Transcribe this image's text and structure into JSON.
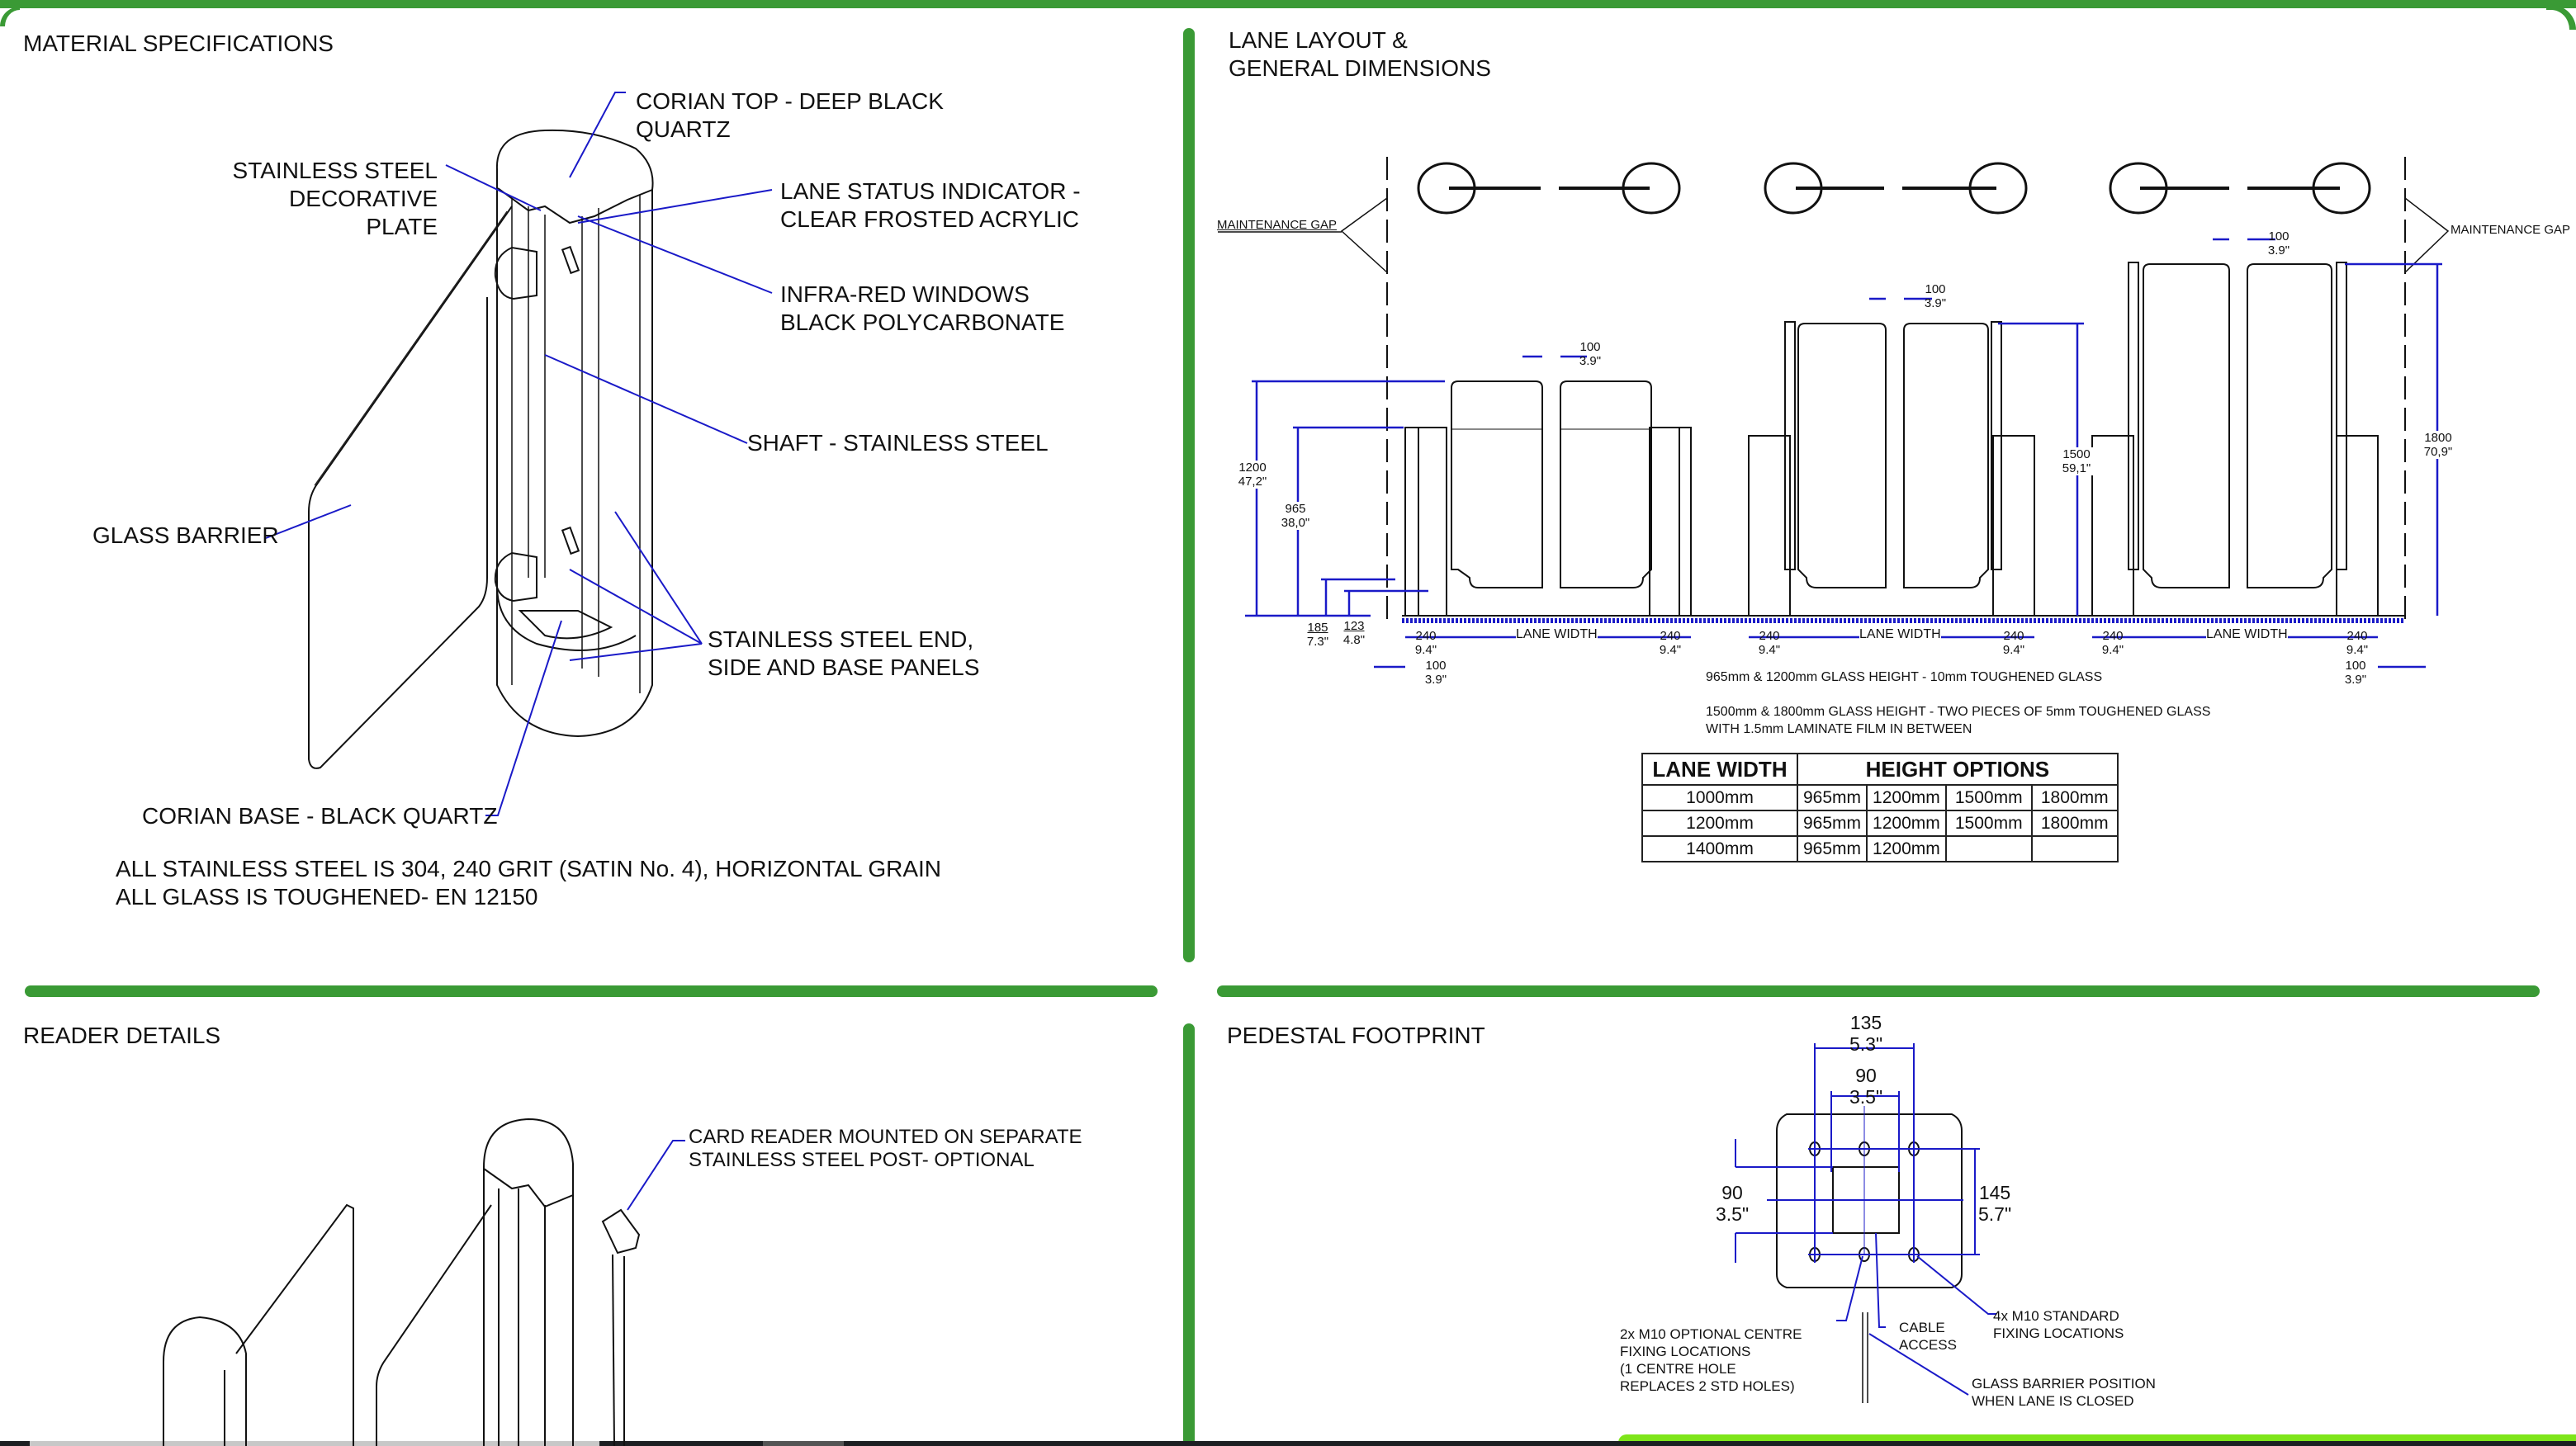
{
  "colors": {
    "frame_green": "#3a9a35",
    "accent_lime": "#7ee51a",
    "dimension_blue": "#1010d0",
    "line_black": "#111111"
  },
  "material_specs": {
    "title": "MATERIAL SPECIFICATIONS",
    "callouts": {
      "corian_top": "CORIAN TOP - DEEP BLACK\nQUARTZ",
      "decorative_plate": "STAINLESS STEEL\nDECORATIVE PLATE",
      "lane_status": "LANE STATUS INDICATOR -\nCLEAR FROSTED ACRYLIC",
      "infra_red": "INFRA-RED WINDOWS\nBLACK POLYCARBONATE",
      "shaft": "SHAFT - STAINLESS STEEL",
      "glass_barrier": "GLASS BARRIER",
      "panels": "STAINLESS STEEL END,\nSIDE AND BASE PANELS",
      "corian_base": "CORIAN BASE - BLACK QUARTZ"
    },
    "notes": [
      "ALL STAINLESS STEEL IS 304, 240 GRIT (SATIN No. 4), HORIZONTAL GRAIN",
      "ALL GLASS IS TOUGHENED- EN 12150"
    ]
  },
  "lane_layout": {
    "title": "LANE LAYOUT &\nGENERAL DIMENSIONS",
    "maintenance_gap": "MAINTENANCE GAP",
    "gap_dim": {
      "mm": "100",
      "in": "3.9\""
    },
    "heights": [
      {
        "mm": "1200",
        "in": "47,2\""
      },
      {
        "mm": "965",
        "in": "38,0\""
      },
      {
        "mm": "1500",
        "in": "59,1\""
      },
      {
        "mm": "1800",
        "in": "70,9\""
      }
    ],
    "base_dims": [
      {
        "mm": "185",
        "in": "7.3\""
      },
      {
        "mm": "123",
        "in": "4.8\""
      }
    ],
    "pedestal_width": {
      "mm": "240",
      "in": "9.4\""
    },
    "lane_width_label": "LANE WIDTH",
    "glass_notes": [
      "965mm & 1200mm GLASS HEIGHT - 10mm TOUGHENED GLASS",
      "1500mm & 1800mm GLASS HEIGHT - TWO PIECES  OF 5mm TOUGHENED GLASS\nWITH 1.5mm LAMINATE FILM IN BETWEEN"
    ],
    "table": {
      "headers": [
        "LANE WIDTH",
        "HEIGHT OPTIONS"
      ],
      "rows": [
        [
          "1000mm",
          "965mm",
          "1200mm",
          "1500mm",
          "1800mm"
        ],
        [
          "1200mm",
          "965mm",
          "1200mm",
          "1500mm",
          "1800mm"
        ],
        [
          "1400mm",
          "965mm",
          "1200mm",
          "",
          ""
        ]
      ]
    }
  },
  "reader_details": {
    "title": "READER DETAILS",
    "callout": "CARD READER MOUNTED ON SEPARATE\nSTAINLESS STEEL POST- OPTIONAL"
  },
  "pedestal_footprint": {
    "title": "PEDESTAL FOOTPRINT",
    "dims": {
      "outer_width": {
        "mm": "135",
        "in": "5.3\""
      },
      "inner_width": {
        "mm": "90",
        "in": "3.5\""
      },
      "cable_height": {
        "mm": "90",
        "in": "3.5\""
      },
      "hole_spacing": {
        "mm": "145",
        "in": "5.7\""
      }
    },
    "callouts": {
      "optional_centre": "2x M10 OPTIONAL CENTRE\nFIXING LOCATIONS\n(1 CENTRE HOLE\nREPLACES 2 STD HOLES)",
      "cable_access": "CABLE\nACCESS",
      "standard_fixing": "4x M10 STANDARD\nFIXING LOCATIONS",
      "glass_position": "GLASS  BARRIER POSITION\nWHEN LANE IS CLOSED"
    }
  }
}
